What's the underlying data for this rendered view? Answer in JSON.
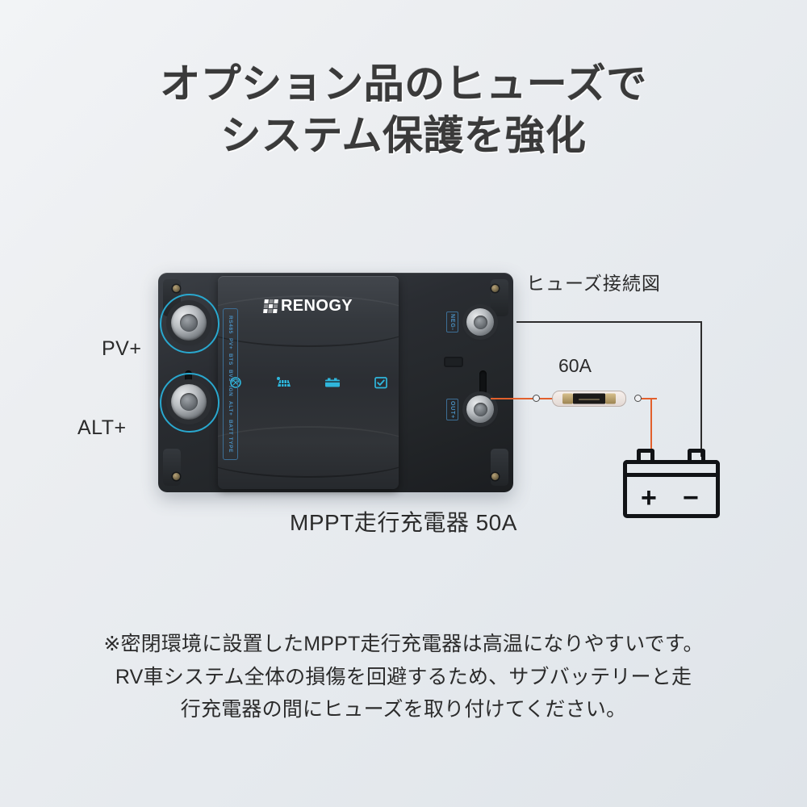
{
  "headline": {
    "line1": "オプション品のヒューズで",
    "line2": "システム保護を強化"
  },
  "device": {
    "brand": "RENOGY",
    "left_strip_labels": [
      "RS485",
      "PV+",
      "BTS",
      "BVS",
      "IGN",
      "ALT+",
      "BATT TYPE"
    ],
    "right_tags": {
      "neg": "NEG-",
      "out": "OUT+"
    },
    "terminal_labels": {
      "pv": "PV+",
      "alt": "ALT+"
    },
    "indicators": [
      {
        "name": "alternator-icon"
      },
      {
        "name": "solar-panel-icon"
      },
      {
        "name": "battery-icon"
      },
      {
        "name": "check-status-icon"
      }
    ]
  },
  "product_caption": "MPPT走行充電器 50A",
  "diagram": {
    "title": "ヒューズ接続図",
    "fuse_rating": "60A",
    "battery_positive": "+",
    "battery_negative": "−"
  },
  "footnote": {
    "line1": "※密閉環境に設置したMPPT走行充電器は高温になりやすいです。",
    "line2": "RV車システム全体の損傷を回避するため、サブバッテリーと走",
    "line3": "行充電器の間にヒューズを取り付けてください。"
  },
  "colors": {
    "accent_cyan": "#29a8cf",
    "wire_red": "#e2602c",
    "wire_black": "#2d2d2d",
    "text": "#2b2b2b",
    "device_dark": "#2a2d32"
  }
}
